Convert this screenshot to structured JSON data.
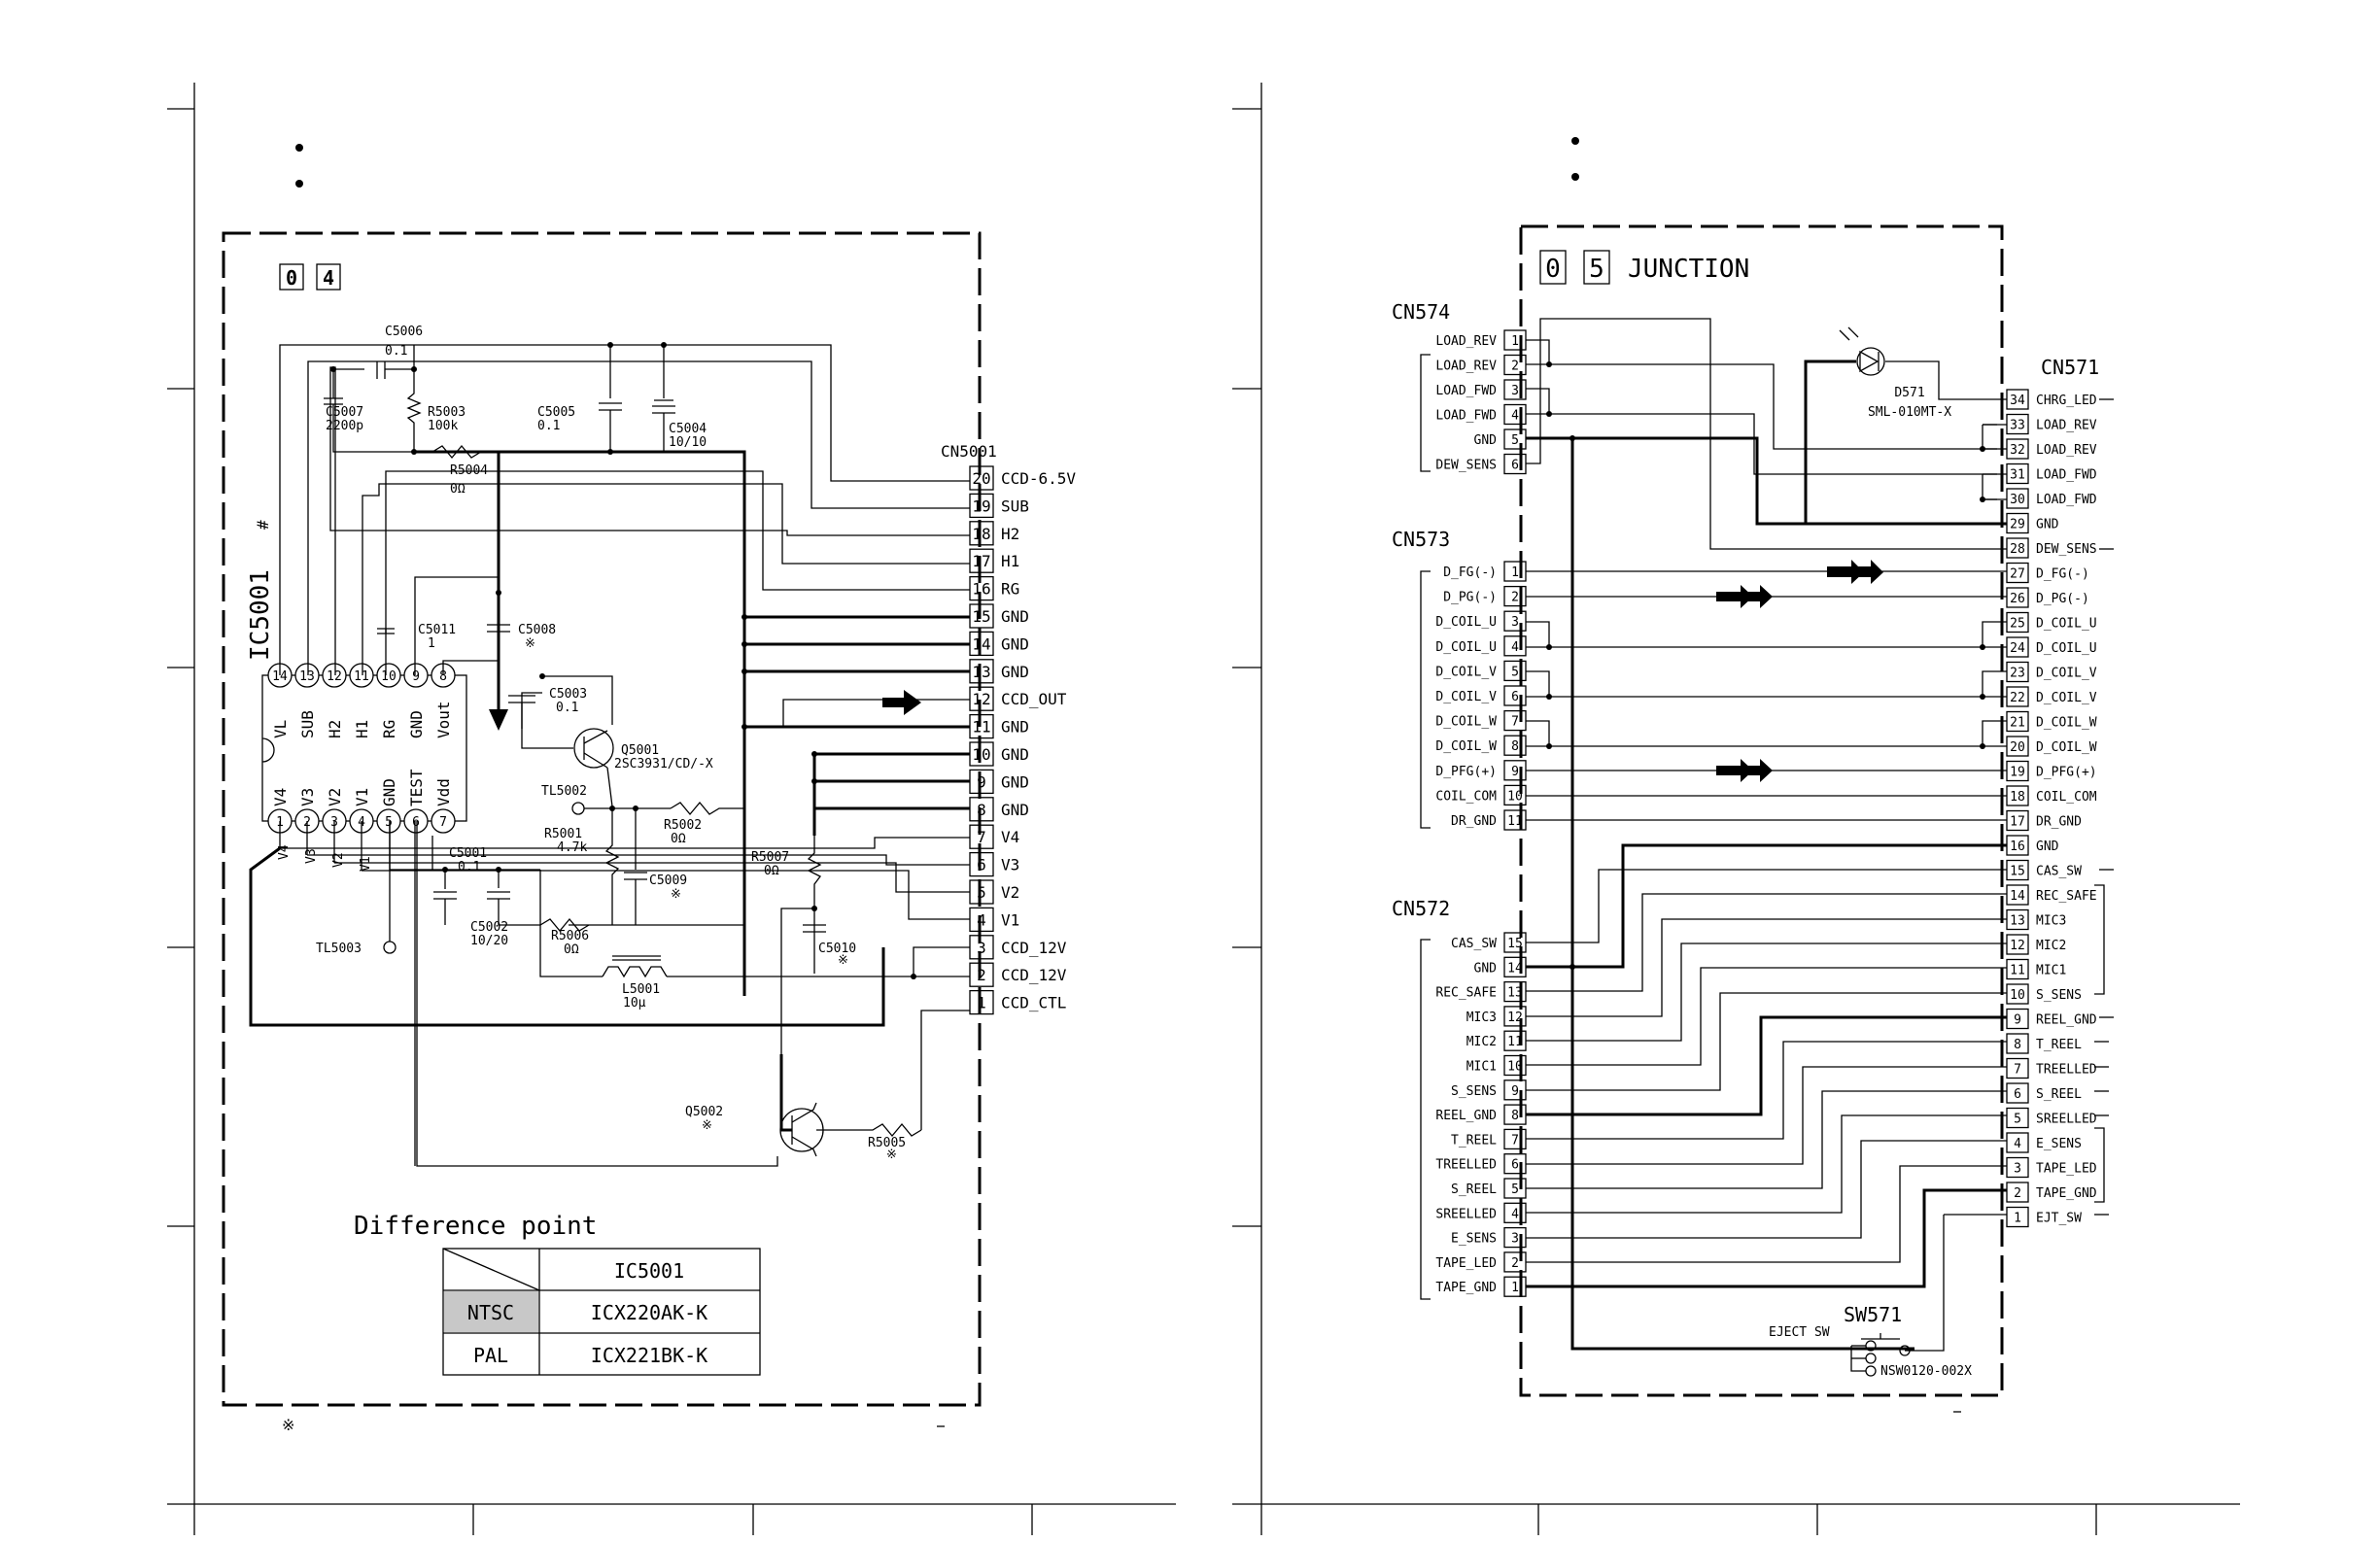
{
  "left": {
    "block_number": [
      "0",
      "4"
    ],
    "ic": {
      "name": "IC5001",
      "mark": "#",
      "top_pins": [
        {
          "n": "14",
          "f": "VL"
        },
        {
          "n": "13",
          "f": "SUB"
        },
        {
          "n": "12",
          "f": "H2"
        },
        {
          "n": "11",
          "f": "H1"
        },
        {
          "n": "10",
          "f": "RG"
        },
        {
          "n": "9",
          "f": "GND"
        },
        {
          "n": "8",
          "f": "Vout"
        }
      ],
      "bottom_pins": [
        {
          "n": "1",
          "f": "V4"
        },
        {
          "n": "2",
          "f": "V3"
        },
        {
          "n": "3",
          "f": "V2"
        },
        {
          "n": "4",
          "f": "V1"
        },
        {
          "n": "5",
          "f": "GND"
        },
        {
          "n": "6",
          "f": "TEST"
        },
        {
          "n": "7",
          "f": "Vdd"
        }
      ],
      "bottom_wire_labels": [
        "V4",
        "V3",
        "V2",
        "V1"
      ]
    },
    "components": [
      {
        "ref": "C5006",
        "val": "0.1"
      },
      {
        "ref": "C5007",
        "val": "2200p"
      },
      {
        "ref": "R5003",
        "val": "100k"
      },
      {
        "ref": "C5005",
        "val": "0.1"
      },
      {
        "ref": "C5004",
        "val": "10/10"
      },
      {
        "ref": "R5004",
        "val": "0Ω"
      },
      {
        "ref": "C5011",
        "val": "1"
      },
      {
        "ref": "C5008",
        "val": "※"
      },
      {
        "ref": "C5003",
        "val": "0.1"
      },
      {
        "ref": "Q5001",
        "val": "2SC3931/CD/-X"
      },
      {
        "ref": "TL5002",
        "val": ""
      },
      {
        "ref": "R5002",
        "val": "0Ω"
      },
      {
        "ref": "R5001",
        "val": "4.7k"
      },
      {
        "ref": "C5009",
        "val": "※"
      },
      {
        "ref": "C5001",
        "val": "0.1"
      },
      {
        "ref": "C5002",
        "val": "10/20"
      },
      {
        "ref": "R5006",
        "val": "0Ω"
      },
      {
        "ref": "TL5003",
        "val": ""
      },
      {
        "ref": "L5001",
        "val": "10μ"
      },
      {
        "ref": "R5007",
        "val": "0Ω"
      },
      {
        "ref": "C5010",
        "val": "※"
      },
      {
        "ref": "Q5002",
        "val": "※"
      },
      {
        "ref": "R5005",
        "val": "※"
      }
    ],
    "connector": {
      "name": "CN5001",
      "pins": [
        {
          "n": "20",
          "l": "CCD-6.5V"
        },
        {
          "n": "19",
          "l": "SUB"
        },
        {
          "n": "18",
          "l": "H2"
        },
        {
          "n": "17",
          "l": "H1"
        },
        {
          "n": "16",
          "l": "RG"
        },
        {
          "n": "15",
          "l": "GND"
        },
        {
          "n": "14",
          "l": "GND"
        },
        {
          "n": "13",
          "l": "GND"
        },
        {
          "n": "12",
          "l": "CCD_OUT"
        },
        {
          "n": "11",
          "l": "GND"
        },
        {
          "n": "10",
          "l": "GND"
        },
        {
          "n": "9",
          "l": "GND"
        },
        {
          "n": "8",
          "l": "GND"
        },
        {
          "n": "7",
          "l": "V4"
        },
        {
          "n": "6",
          "l": "V3"
        },
        {
          "n": "5",
          "l": "V2"
        },
        {
          "n": "4",
          "l": "V1"
        },
        {
          "n": "3",
          "l": "CCD_12V"
        },
        {
          "n": "2",
          "l": "CCD_12V"
        },
        {
          "n": "1",
          "l": "CCD_CTL"
        }
      ]
    },
    "diff_title": "Difference point",
    "diff_table": {
      "header": "IC5001",
      "rows": [
        {
          "k": "NTSC",
          "v": "ICX220AK-K"
        },
        {
          "k": "PAL",
          "v": "ICX221BK-K"
        }
      ]
    },
    "footnote": "※"
  },
  "right": {
    "block_number": [
      "0",
      "5"
    ],
    "title": "JUNCTION",
    "led": {
      "ref": "D571",
      "part": "SML-010MT-X"
    },
    "switch": {
      "ref": "SW571",
      "label": "EJECT SW",
      "part": "NSW0120-002X"
    },
    "cn574": {
      "name": "CN574",
      "pins": [
        {
          "n": "1",
          "l": "LOAD_REV"
        },
        {
          "n": "2",
          "l": "LOAD_REV"
        },
        {
          "n": "3",
          "l": "LOAD_FWD"
        },
        {
          "n": "4",
          "l": "LOAD_FWD"
        },
        {
          "n": "5",
          "l": "GND"
        },
        {
          "n": "6",
          "l": "DEW_SENS"
        }
      ]
    },
    "cn573": {
      "name": "CN573",
      "pins": [
        {
          "n": "1",
          "l": "D_FG(-)"
        },
        {
          "n": "2",
          "l": "D_PG(-)"
        },
        {
          "n": "3",
          "l": "D_COIL_U"
        },
        {
          "n": "4",
          "l": "D_COIL_U"
        },
        {
          "n": "5",
          "l": "D_COIL_V"
        },
        {
          "n": "6",
          "l": "D_COIL_V"
        },
        {
          "n": "7",
          "l": "D_COIL_W"
        },
        {
          "n": "8",
          "l": "D_COIL_W"
        },
        {
          "n": "9",
          "l": "D_PFG(+)"
        },
        {
          "n": "10",
          "l": "COIL_COM"
        },
        {
          "n": "11",
          "l": "DR_GND"
        }
      ]
    },
    "cn572": {
      "name": "CN572",
      "pins": [
        {
          "n": "15",
          "l": "CAS_SW"
        },
        {
          "n": "14",
          "l": "GND"
        },
        {
          "n": "13",
          "l": "REC_SAFE"
        },
        {
          "n": "12",
          "l": "MIC3"
        },
        {
          "n": "11",
          "l": "MIC2"
        },
        {
          "n": "10",
          "l": "MIC1"
        },
        {
          "n": "9",
          "l": "S_SENS"
        },
        {
          "n": "8",
          "l": "REEL_GND"
        },
        {
          "n": "7",
          "l": "T_REEL"
        },
        {
          "n": "6",
          "l": "TREELLED"
        },
        {
          "n": "5",
          "l": "S_REEL"
        },
        {
          "n": "4",
          "l": "SREELLED"
        },
        {
          "n": "3",
          "l": "E_SENS"
        },
        {
          "n": "2",
          "l": "TAPE_LED"
        },
        {
          "n": "1",
          "l": "TAPE_GND"
        }
      ]
    },
    "cn571": {
      "name": "CN571",
      "pins": [
        {
          "n": "34",
          "l": "CHRG_LED"
        },
        {
          "n": "33",
          "l": "LOAD_REV"
        },
        {
          "n": "32",
          "l": "LOAD_REV"
        },
        {
          "n": "31",
          "l": "LOAD_FWD"
        },
        {
          "n": "30",
          "l": "LOAD_FWD"
        },
        {
          "n": "29",
          "l": "GND"
        },
        {
          "n": "28",
          "l": "DEW_SENS"
        },
        {
          "n": "27",
          "l": "D_FG(-)"
        },
        {
          "n": "26",
          "l": "D_PG(-)"
        },
        {
          "n": "25",
          "l": "D_COIL_U"
        },
        {
          "n": "24",
          "l": "D_COIL_U"
        },
        {
          "n": "23",
          "l": "D_COIL_V"
        },
        {
          "n": "22",
          "l": "D_COIL_V"
        },
        {
          "n": "21",
          "l": "D_COIL_W"
        },
        {
          "n": "20",
          "l": "D_COIL_W"
        },
        {
          "n": "19",
          "l": "D_PFG(+)"
        },
        {
          "n": "18",
          "l": "COIL_COM"
        },
        {
          "n": "17",
          "l": "DR_GND"
        },
        {
          "n": "16",
          "l": "GND"
        },
        {
          "n": "15",
          "l": "CAS_SW"
        },
        {
          "n": "14",
          "l": "REC_SAFE"
        },
        {
          "n": "13",
          "l": "MIC3"
        },
        {
          "n": "12",
          "l": "MIC2"
        },
        {
          "n": "11",
          "l": "MIC1"
        },
        {
          "n": "10",
          "l": "S_SENS"
        },
        {
          "n": "9",
          "l": "REEL_GND"
        },
        {
          "n": "8",
          "l": "T_REEL"
        },
        {
          "n": "7",
          "l": "TREELLED"
        },
        {
          "n": "6",
          "l": "S_REEL"
        },
        {
          "n": "5",
          "l": "SREELLED"
        },
        {
          "n": "4",
          "l": "E_SENS"
        },
        {
          "n": "3",
          "l": "TAPE_LED"
        },
        {
          "n": "2",
          "l": "TAPE_GND"
        },
        {
          "n": "1",
          "l": "EJT_SW"
        }
      ]
    }
  }
}
